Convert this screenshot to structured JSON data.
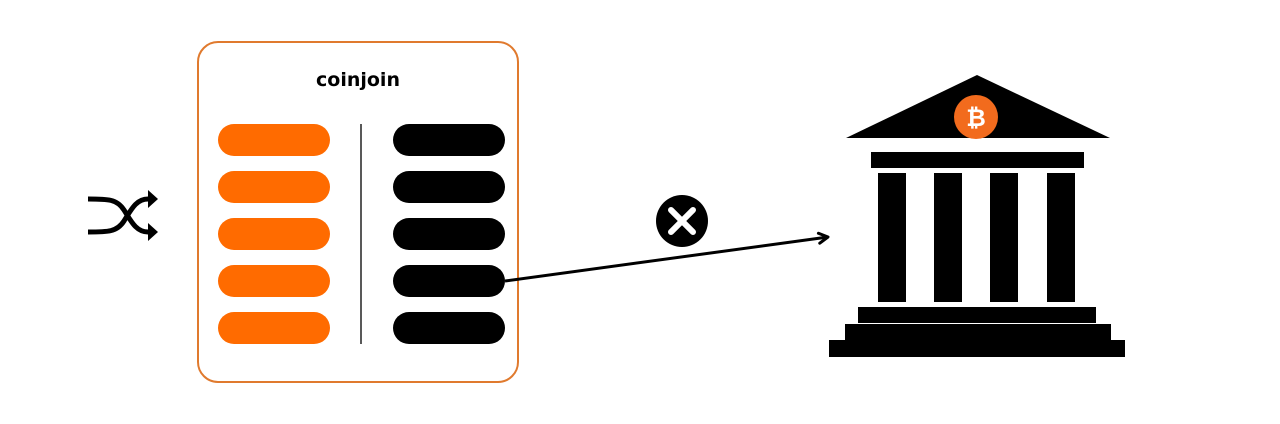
{
  "diagram": {
    "title": "coinjoin",
    "input_count": 5,
    "output_count": 5,
    "linked_output_index": 3,
    "colors": {
      "accent": "#ff6b00",
      "box_border": "#e07a2e",
      "outputs": "#000000",
      "background": "#ffffff"
    },
    "icons": {
      "mix": "shuffle-icon",
      "blocked": "blocked-x-icon",
      "destination": "bank-building-icon",
      "currency": "bitcoin-icon"
    },
    "currency_symbol": "₿"
  }
}
